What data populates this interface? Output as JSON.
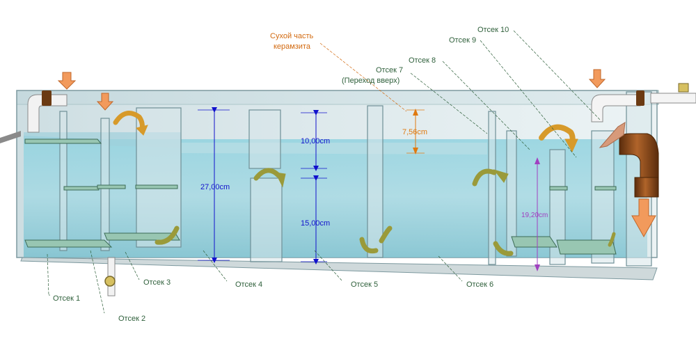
{
  "colors": {
    "label_green": "#2e5f3a",
    "label_orange": "#d2690f",
    "dim_blue": "#1111cc",
    "dim_orange": "#e07a10",
    "dim_purple": "#a040c0",
    "water": "#7cc7d6",
    "glass": "#a7c8d0",
    "arrow_olive": "#9a9a3a",
    "arrow_gold": "#d79a2a",
    "flow_orange": "#f29a5c",
    "pipe_brown": "#8a4a1a"
  },
  "icons": [
    "pipe-elbow-icon",
    "flow-arrow-icon",
    "circular-flow-arrow-icon",
    "ball-valve-icon"
  ],
  "labels": {
    "dry_part_line1": "Сухой часть",
    "dry_part_line2": "керамзита",
    "c1": "Отсек 1",
    "c2": "Отсек 2",
    "c3": "Отсек 3",
    "c4": "Отсек 4",
    "c5": "Отсек 5",
    "c6": "Отсек 6",
    "c7": "Отсек 7",
    "c7_note": "(Переход вверх)",
    "c8": "Отсек 8",
    "c9": "Отсек 9",
    "c10": "Отсек 10"
  },
  "dimensions": {
    "total_height": "27,00cm",
    "upper_gap": "10,00cm",
    "lower_gap": "15,00cm",
    "dry_part": "7,56cm",
    "right_height": "19,20cm"
  }
}
